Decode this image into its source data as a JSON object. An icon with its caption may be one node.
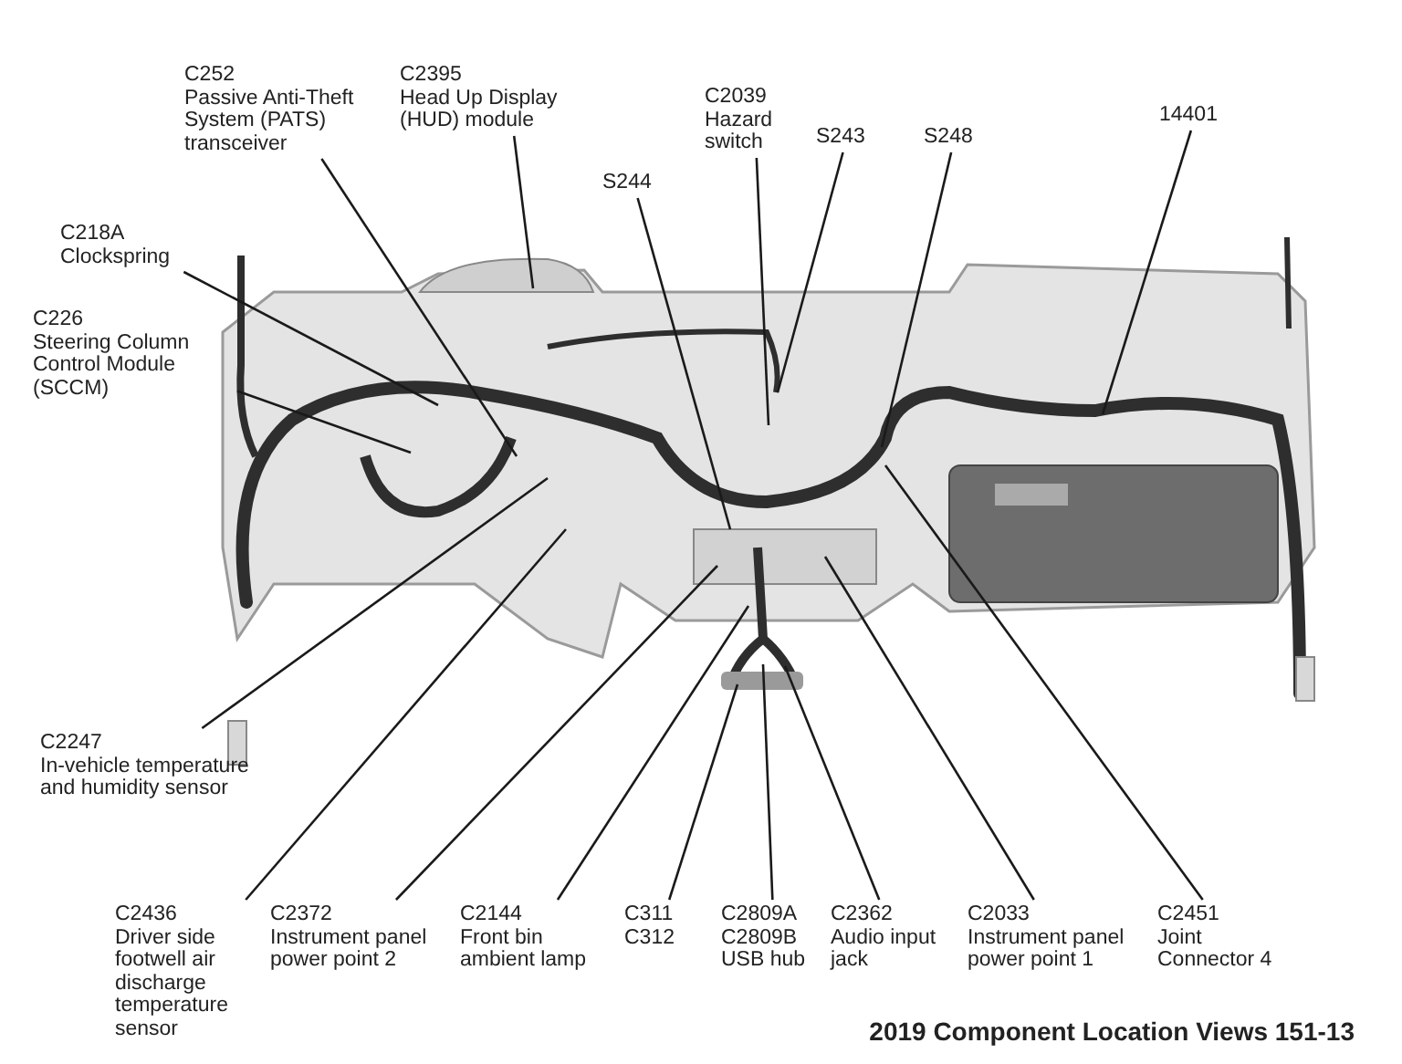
{
  "diagram": {
    "nodes": [
      {
        "text": [
          "C252",
          "Passive Anti-Theft System (PATS) transceiver"
        ]
      },
      {
        "text": [
          "C2395",
          "Head Up Display (HUD) module"
        ]
      },
      {
        "text": [
          "C218A",
          "Clockspring"
        ]
      },
      {
        "text": [
          "C226",
          "Steering Column Control Module (SCCM)"
        ]
      },
      {
        "text": [
          "C2039",
          "Hazard switch"
        ]
      },
      {
        "text": [
          "S243"
        ]
      },
      {
        "text": [
          "S248"
        ]
      },
      {
        "text": [
          "S244"
        ]
      },
      {
        "text": [
          "14401"
        ]
      },
      {
        "text": [
          "C2247",
          "In-vehicle temperature and humidity sensor"
        ]
      },
      {
        "text": [
          "C2436",
          "Driver side footwell air discharge temperature sensor"
        ]
      },
      {
        "text": [
          "C2372",
          "Instrument panel power point 2"
        ]
      },
      {
        "text": [
          "C2144",
          "Front bin ambient lamp"
        ]
      },
      {
        "text": [
          "C311",
          "C312"
        ]
      },
      {
        "text": [
          "C2809A",
          "C2809B",
          "USB hub"
        ]
      },
      {
        "text": [
          "C2362",
          "Audio input jack"
        ]
      },
      {
        "text": [
          "C2033",
          "Instrument panel power point 1"
        ]
      },
      {
        "text": [
          "C2451",
          "Joint Connector 4"
        ]
      }
    ],
    "edges": [
      {
        "from": 0,
        "to": null,
        "arrow": "none"
      },
      {
        "from": 1,
        "to": null,
        "arrow": "none"
      },
      {
        "from": 2,
        "to": null,
        "arrow": "none"
      },
      {
        "from": 3,
        "to": null,
        "arrow": "none"
      },
      {
        "from": 4,
        "to": null,
        "arrow": "none"
      },
      {
        "from": 5,
        "to": null,
        "arrow": "none"
      },
      {
        "from": 6,
        "to": null,
        "arrow": "none"
      },
      {
        "from": 7,
        "to": null,
        "arrow": "none"
      },
      {
        "from": 8,
        "to": null,
        "arrow": "none"
      },
      {
        "from": 9,
        "to": null,
        "arrow": "none"
      },
      {
        "from": 10,
        "to": null,
        "arrow": "none"
      },
      {
        "from": 11,
        "to": null,
        "arrow": "none"
      },
      {
        "from": 12,
        "to": null,
        "arrow": "none"
      },
      {
        "from": 13,
        "to": null,
        "arrow": "none"
      },
      {
        "from": 14,
        "to": null,
        "arrow": "none"
      },
      {
        "from": 15,
        "to": null,
        "arrow": "none"
      },
      {
        "from": 16,
        "to": null,
        "arrow": "none"
      },
      {
        "from": 17,
        "to": null,
        "arrow": "none"
      }
    ],
    "labels": [
      "2019 Component Location Views 151-13"
    ]
  }
}
